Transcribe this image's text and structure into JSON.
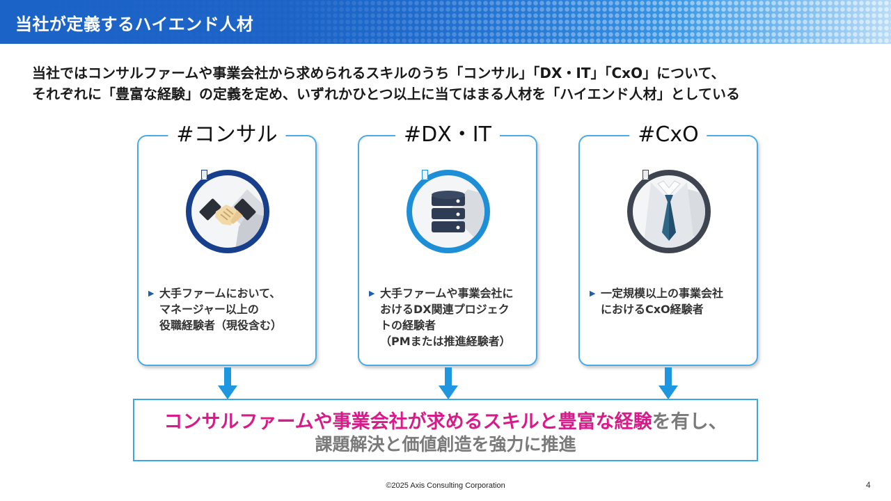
{
  "header": {
    "title": "当社が定義するハイエンド人材"
  },
  "intro": {
    "line1": "当社ではコンサルファームや事業会社から求められるスキルのうち「コンサル」「DX・IT」「CxO」について、",
    "line2": "それぞれに「豊富な経験」の定義を定め、いずれかひとつ以上に当てはまる人材を「ハイエンド人材」としている"
  },
  "cards": [
    {
      "title": "#コンサル",
      "icon": "handshake-icon",
      "bullet": "▶",
      "lines": [
        "大手ファームにおいて、",
        "マネージャー以上の",
        "役職経験者（現役含む）"
      ]
    },
    {
      "title": "#DX・IT",
      "icon": "database-icon",
      "bullet": "▶",
      "lines": [
        "大手ファームや事業会社に",
        "おけるDX関連プロジェク",
        "トの経験者",
        "（PMまたは推進経験者）"
      ]
    },
    {
      "title": "#CxO",
      "icon": "necktie-icon",
      "bullet": "▶",
      "lines": [
        "一定規模以上の事業会社",
        "におけるCxO経験者"
      ]
    }
  ],
  "result": {
    "highlight": "コンサルファームや事業会社が求めるスキルと豊富な経験",
    "tail": "を有し、",
    "line2": "課題解決と価値創造を強力に推進"
  },
  "colors": {
    "accent": "#4aaae6",
    "highlight": "#d81b8a",
    "header": "#1f6fd0",
    "arrow": "#1f96e0"
  },
  "footer": {
    "copyright": "©2025 Axis Consulting Corporation",
    "page": "4"
  }
}
